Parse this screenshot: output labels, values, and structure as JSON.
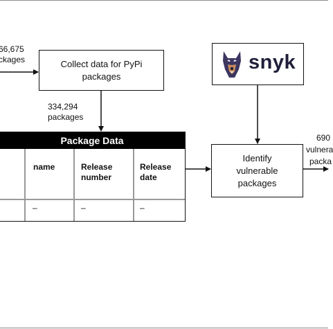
{
  "diagram": {
    "left_count": {
      "number": "66,675",
      "unit": "ckages"
    },
    "collect_box": {
      "line1": "Collect data for PyPi",
      "line2": "packages"
    },
    "middle_count": {
      "number": "334,294",
      "unit": "packages"
    },
    "table": {
      "title": "Package Data",
      "headers": [
        "name",
        "Release\nnumber",
        "Release\ndate"
      ],
      "row": [
        "–",
        "–",
        "–"
      ]
    },
    "snyk": {
      "word": "snyk"
    },
    "identify_box": {
      "line1": "Identify",
      "line2": "vulnerable",
      "line3": "packages"
    },
    "right_count": {
      "line1": "690",
      "line2": "vulnera",
      "line3": "packa"
    }
  },
  "colors": {
    "stroke": "#111111",
    "grid": "#999999",
    "header_bg": "#000000",
    "snyk_text": "#1f1f3a",
    "dog_body": "#3b3560"
  }
}
